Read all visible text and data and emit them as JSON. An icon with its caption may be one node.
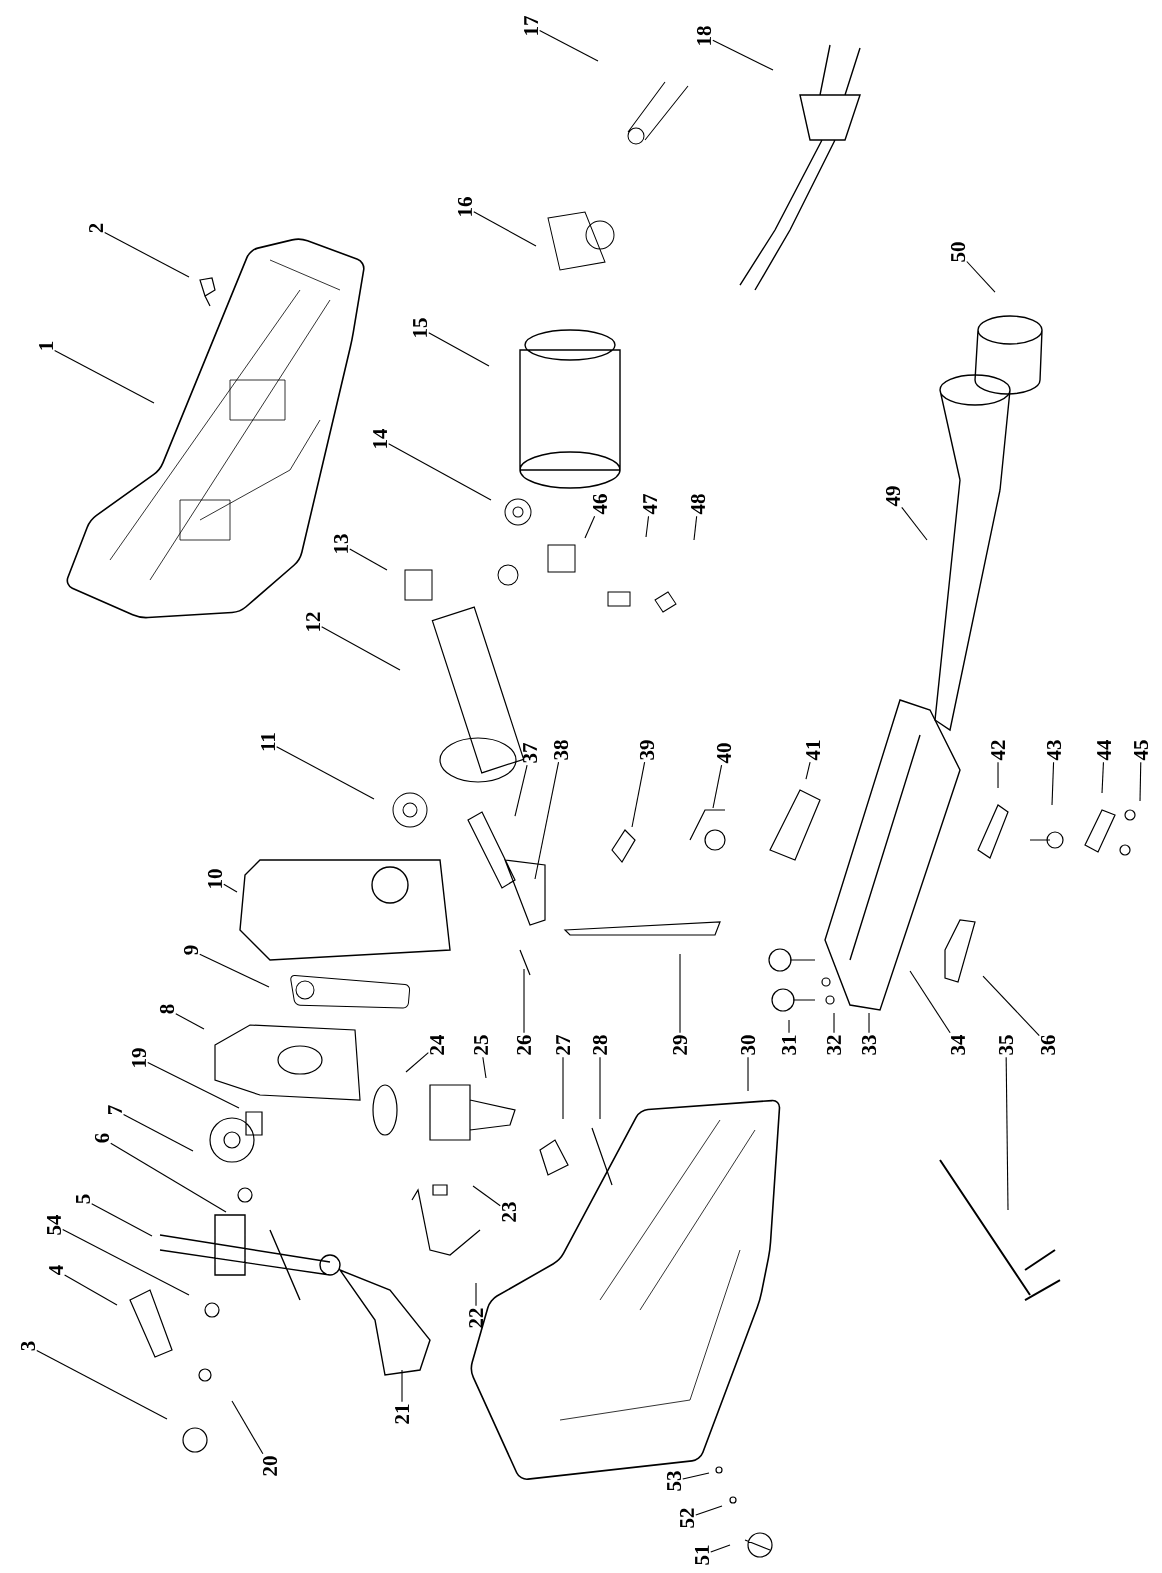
{
  "diagram": {
    "nodes": [
      {
        "text": [
          "1"
        ]
      },
      {
        "text": [
          "2"
        ]
      },
      {
        "text": [
          "3"
        ]
      },
      {
        "text": [
          "4"
        ]
      },
      {
        "text": [
          "5"
        ]
      },
      {
        "text": [
          "6"
        ]
      },
      {
        "text": [
          "7"
        ]
      },
      {
        "text": [
          "8"
        ]
      },
      {
        "text": [
          "9"
        ]
      },
      {
        "text": [
          "10"
        ]
      },
      {
        "text": [
          "11"
        ]
      },
      {
        "text": [
          "12"
        ]
      },
      {
        "text": [
          "13"
        ]
      },
      {
        "text": [
          "14"
        ]
      },
      {
        "text": [
          "15"
        ]
      },
      {
        "text": [
          "16"
        ]
      },
      {
        "text": [
          "17"
        ]
      },
      {
        "text": [
          "18"
        ]
      },
      {
        "text": [
          "19"
        ]
      },
      {
        "text": [
          "20"
        ]
      },
      {
        "text": [
          "21"
        ]
      },
      {
        "text": [
          "22"
        ]
      },
      {
        "text": [
          "23"
        ]
      },
      {
        "text": [
          "24"
        ]
      },
      {
        "text": [
          "25"
        ]
      },
      {
        "text": [
          "26"
        ]
      },
      {
        "text": [
          "27"
        ]
      },
      {
        "text": [
          "28"
        ]
      },
      {
        "text": [
          "29"
        ]
      },
      {
        "text": [
          "30"
        ]
      },
      {
        "text": [
          "31"
        ]
      },
      {
        "text": [
          "32"
        ]
      },
      {
        "text": [
          "33"
        ]
      },
      {
        "text": [
          "34"
        ]
      },
      {
        "text": [
          "35"
        ]
      },
      {
        "text": [
          "36"
        ]
      },
      {
        "text": [
          "37"
        ]
      },
      {
        "text": [
          "38"
        ]
      },
      {
        "text": [
          "39"
        ]
      },
      {
        "text": [
          "40"
        ]
      },
      {
        "text": [
          "41"
        ]
      },
      {
        "text": [
          "42"
        ]
      },
      {
        "text": [
          "43"
        ]
      },
      {
        "text": [
          "44"
        ]
      },
      {
        "text": [
          "45"
        ]
      },
      {
        "text": [
          "46"
        ]
      },
      {
        "text": [
          "47"
        ]
      },
      {
        "text": [
          "48"
        ]
      },
      {
        "text": [
          "49"
        ]
      },
      {
        "text": [
          "50"
        ]
      },
      {
        "text": [
          "51"
        ]
      },
      {
        "text": [
          "52"
        ]
      },
      {
        "text": [
          "53"
        ]
      },
      {
        "text": [
          "54"
        ]
      }
    ],
    "edges": [
      {
        "from": 0,
        "to": null,
        "arrow": "none"
      },
      {
        "from": 1,
        "to": null,
        "arrow": "none"
      },
      {
        "from": 2,
        "to": null,
        "arrow": "none"
      },
      {
        "from": 3,
        "to": null,
        "arrow": "none"
      },
      {
        "from": 4,
        "to": null,
        "arrow": "none"
      },
      {
        "from": 5,
        "to": null,
        "arrow": "none"
      },
      {
        "from": 6,
        "to": null,
        "arrow": "none"
      },
      {
        "from": 7,
        "to": null,
        "arrow": "none"
      },
      {
        "from": 8,
        "to": null,
        "arrow": "none"
      },
      {
        "from": 9,
        "to": null,
        "arrow": "none"
      },
      {
        "from": 10,
        "to": null,
        "arrow": "none"
      },
      {
        "from": 11,
        "to": null,
        "arrow": "none"
      },
      {
        "from": 12,
        "to": null,
        "arrow": "none"
      },
      {
        "from": 13,
        "to": null,
        "arrow": "none"
      },
      {
        "from": 14,
        "to": null,
        "arrow": "none"
      },
      {
        "from": 15,
        "to": null,
        "arrow": "none"
      },
      {
        "from": 16,
        "to": null,
        "arrow": "none"
      },
      {
        "from": 17,
        "to": null,
        "arrow": "none"
      },
      {
        "from": 18,
        "to": null,
        "arrow": "none"
      },
      {
        "from": 19,
        "to": null,
        "arrow": "none"
      },
      {
        "from": 20,
        "to": null,
        "arrow": "none"
      },
      {
        "from": 21,
        "to": null,
        "arrow": "none"
      },
      {
        "from": 22,
        "to": null,
        "arrow": "none"
      },
      {
        "from": 23,
        "to": null,
        "arrow": "none"
      },
      {
        "from": 24,
        "to": null,
        "arrow": "none"
      },
      {
        "from": 25,
        "to": null,
        "arrow": "none"
      },
      {
        "from": 26,
        "to": null,
        "arrow": "none"
      },
      {
        "from": 27,
        "to": null,
        "arrow": "none"
      },
      {
        "from": 28,
        "to": null,
        "arrow": "none"
      },
      {
        "from": 29,
        "to": null,
        "arrow": "none"
      },
      {
        "from": 30,
        "to": null,
        "arrow": "none"
      },
      {
        "from": 31,
        "to": null,
        "arrow": "none"
      },
      {
        "from": 32,
        "to": null,
        "arrow": "none"
      },
      {
        "from": 33,
        "to": null,
        "arrow": "none"
      },
      {
        "from": 34,
        "to": null,
        "arrow": "none"
      },
      {
        "from": 35,
        "to": null,
        "arrow": "none"
      },
      {
        "from": 36,
        "to": null,
        "arrow": "none"
      },
      {
        "from": 37,
        "to": null,
        "arrow": "none"
      },
      {
        "from": 38,
        "to": null,
        "arrow": "none"
      },
      {
        "from": 39,
        "to": null,
        "arrow": "none"
      },
      {
        "from": 40,
        "to": null,
        "arrow": "none"
      },
      {
        "from": 41,
        "to": null,
        "arrow": "none"
      },
      {
        "from": 42,
        "to": null,
        "arrow": "none"
      },
      {
        "from": 43,
        "to": null,
        "arrow": "none"
      },
      {
        "from": 44,
        "to": null,
        "arrow": "none"
      },
      {
        "from": 45,
        "to": null,
        "arrow": "none"
      },
      {
        "from": 46,
        "to": null,
        "arrow": "none"
      },
      {
        "from": 47,
        "to": null,
        "arrow": "none"
      },
      {
        "from": 48,
        "to": null,
        "arrow": "none"
      },
      {
        "from": 49,
        "to": null,
        "arrow": "none"
      },
      {
        "from": 50,
        "to": null,
        "arrow": "none"
      },
      {
        "from": 51,
        "to": null,
        "arrow": "none"
      },
      {
        "from": 52,
        "to": null,
        "arrow": "none"
      },
      {
        "from": 53,
        "to": null,
        "arrow": "none"
      }
    ]
  }
}
